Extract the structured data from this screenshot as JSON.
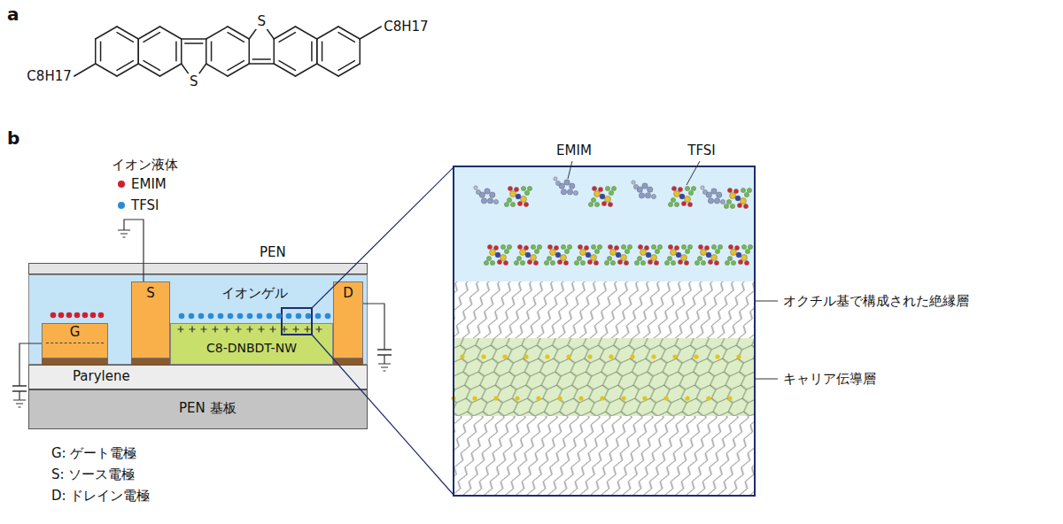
{
  "diagram": {
    "nodes": [
      {
        "text": [
          "PEN"
        ]
      },
      {
        "text": [
          "イオンゲル"
        ]
      },
      {
        "text": [
          "G"
        ],
        "in": 1
      },
      {
        "text": [
          "S"
        ],
        "in": 1
      },
      {
        "text": [
          "C8-DNBDT-NW"
        ],
        "in": 1
      },
      {
        "text": [
          "D"
        ],
        "in": 1
      },
      {
        "text": [
          "Parylene"
        ]
      },
      {
        "text": [
          "PEN 基板"
        ]
      }
    ],
    "labels": [
      "a",
      "S",
      "C8H17",
      "C8H17",
      "S",
      "b",
      "イオン液体",
      "EMIM",
      "TFSI",
      "オクチル基で構成された絶縁層",
      "キャリア伝導層",
      "G: ゲート電極",
      "S: ソース電極",
      "D: ドレイン電極"
    ],
    "legend": [
      {
        "text": "EMIM",
        "color": "#d0202e"
      },
      {
        "text": "TFSI",
        "color": "#2b8ad6"
      }
    ]
  }
}
